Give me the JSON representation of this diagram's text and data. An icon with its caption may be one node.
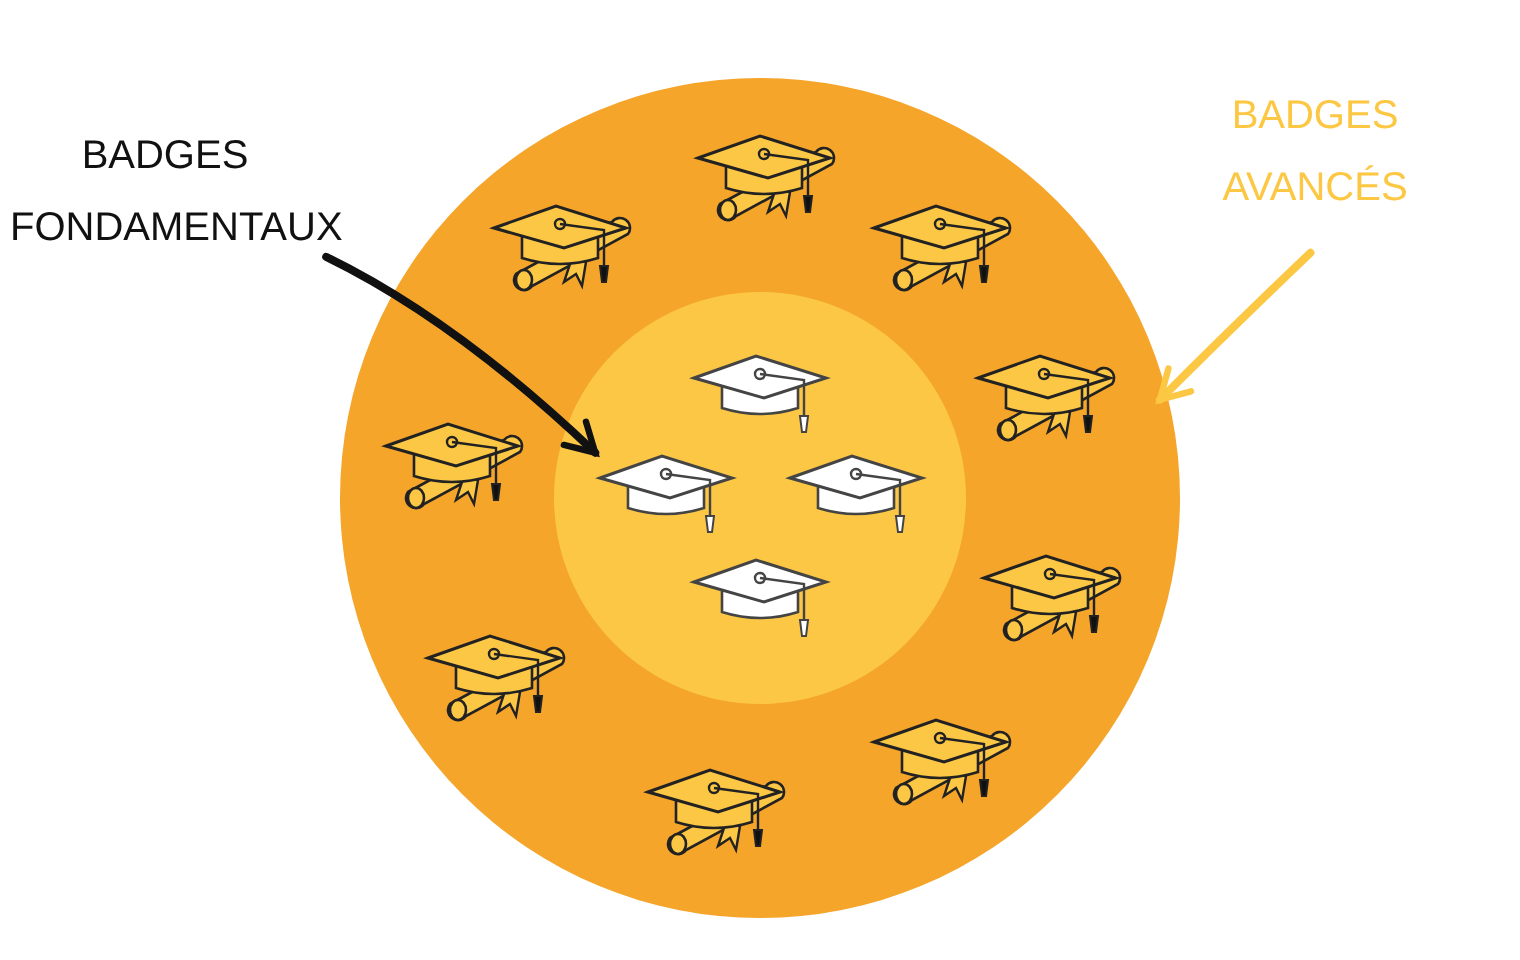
{
  "diagram": {
    "nodes": [
      {
        "text": [],
        "shape": "circle"
      },
      {
        "text": [],
        "shape": "circle",
        "in": 0
      },
      {
        "text": [
          "BADGES FONDAMENTAUX"
        ]
      },
      {
        "text": [
          "BADGES AVANCÉS"
        ]
      }
    ],
    "edges": [
      {
        "from": 2,
        "to": 1,
        "arrow": "to"
      },
      {
        "from": 3,
        "to": 0,
        "arrow": "to",
        "color": "#fcc743"
      }
    ]
  }
}
